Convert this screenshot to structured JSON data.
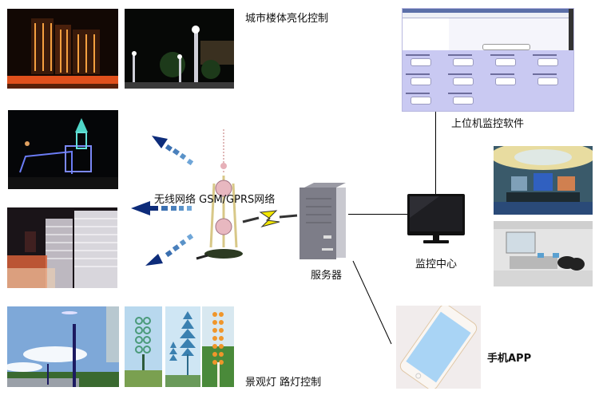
{
  "diagram": {
    "title_labels": {
      "building_lighting": "城市楼体亮化控制",
      "host_software": "上位机监控软件",
      "wireless_network": "无线网络 GSM/GPRS网络",
      "server": "服务器",
      "monitoring_center": "监控中心",
      "mobile_app": "手机APP",
      "landscape_street_lights": "景观灯 路灯控制"
    },
    "nodes": [
      {
        "id": "building-lighting",
        "label": "城市楼体亮化控制"
      },
      {
        "id": "tower",
        "label": "无线网络 GSM/GPRS网络"
      },
      {
        "id": "server",
        "label": "服务器"
      },
      {
        "id": "monitor",
        "label": "监控中心"
      },
      {
        "id": "software",
        "label": "上位机监控软件"
      },
      {
        "id": "phone",
        "label": "手机APP"
      },
      {
        "id": "street-lights",
        "label": "景观灯 路灯控制"
      }
    ],
    "edges": [
      {
        "from": "tower",
        "to": "building-lighting",
        "style": "dashed-arrow"
      },
      {
        "from": "tower",
        "to": "street-lights",
        "style": "dashed-arrow"
      },
      {
        "from": "tower",
        "to": "server",
        "style": "lightning"
      },
      {
        "from": "server",
        "to": "monitor",
        "style": "line"
      },
      {
        "from": "monitor",
        "to": "software",
        "style": "line"
      },
      {
        "from": "server",
        "to": "phone",
        "style": "line"
      }
    ],
    "colors": {
      "arrow_dark": "#0d2c7a",
      "arrow_light": "#6fa6d8",
      "lightning": "#f2e600",
      "software_bg": "#c9c9f2",
      "phone_screen": "#a9d4f5"
    }
  }
}
